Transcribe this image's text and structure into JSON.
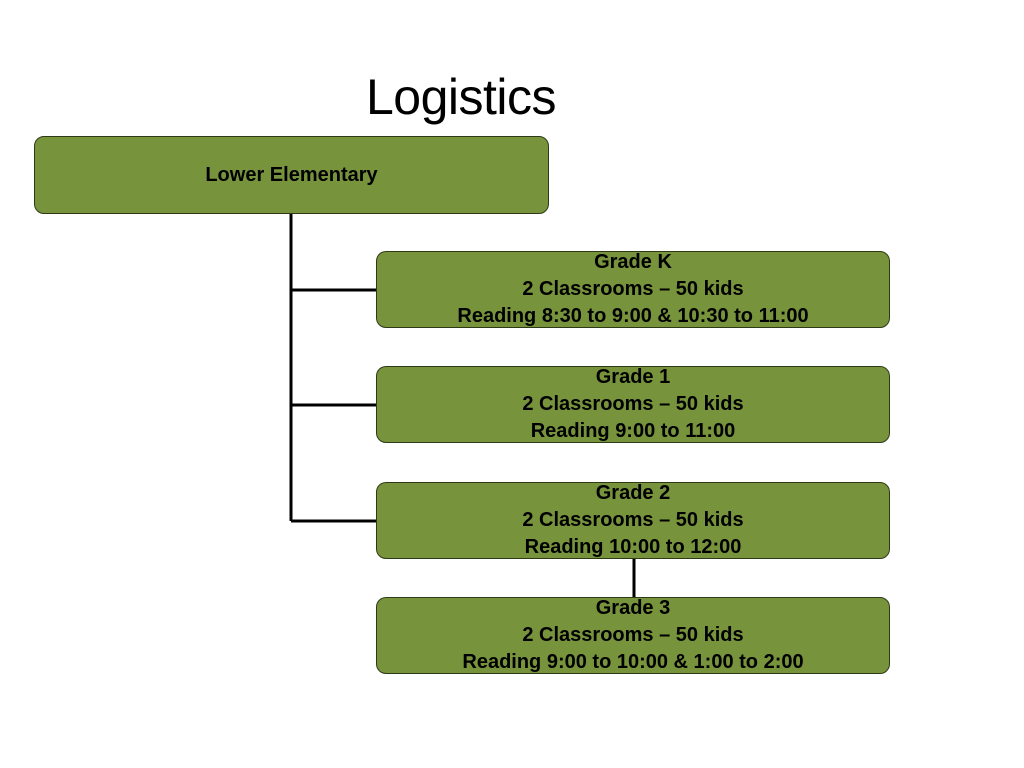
{
  "slide": {
    "title": "Logistics"
  },
  "org_chart": {
    "root": {
      "label": "Lower Elementary"
    },
    "children": [
      {
        "grade": "Grade K",
        "classrooms": "2 Classrooms – 50 kids",
        "reading": "Reading 8:30 to 9:00 & 10:30 to 11:00"
      },
      {
        "grade": "Grade 1",
        "classrooms": "2 Classrooms – 50 kids",
        "reading": " Reading 9:00 to 11:00"
      },
      {
        "grade": "Grade 2",
        "classrooms": "2 Classrooms – 50 kids",
        "reading": " Reading 10:00 to 12:00"
      },
      {
        "grade": "Grade 3",
        "classrooms": "2 Classrooms – 50 kids",
        "reading": "Reading 9:00 to 10:00 & 1:00 to 2:00"
      }
    ],
    "colors": {
      "box_fill": "#77933c",
      "box_border": "#2e3a16",
      "connector": "#000000"
    }
  }
}
